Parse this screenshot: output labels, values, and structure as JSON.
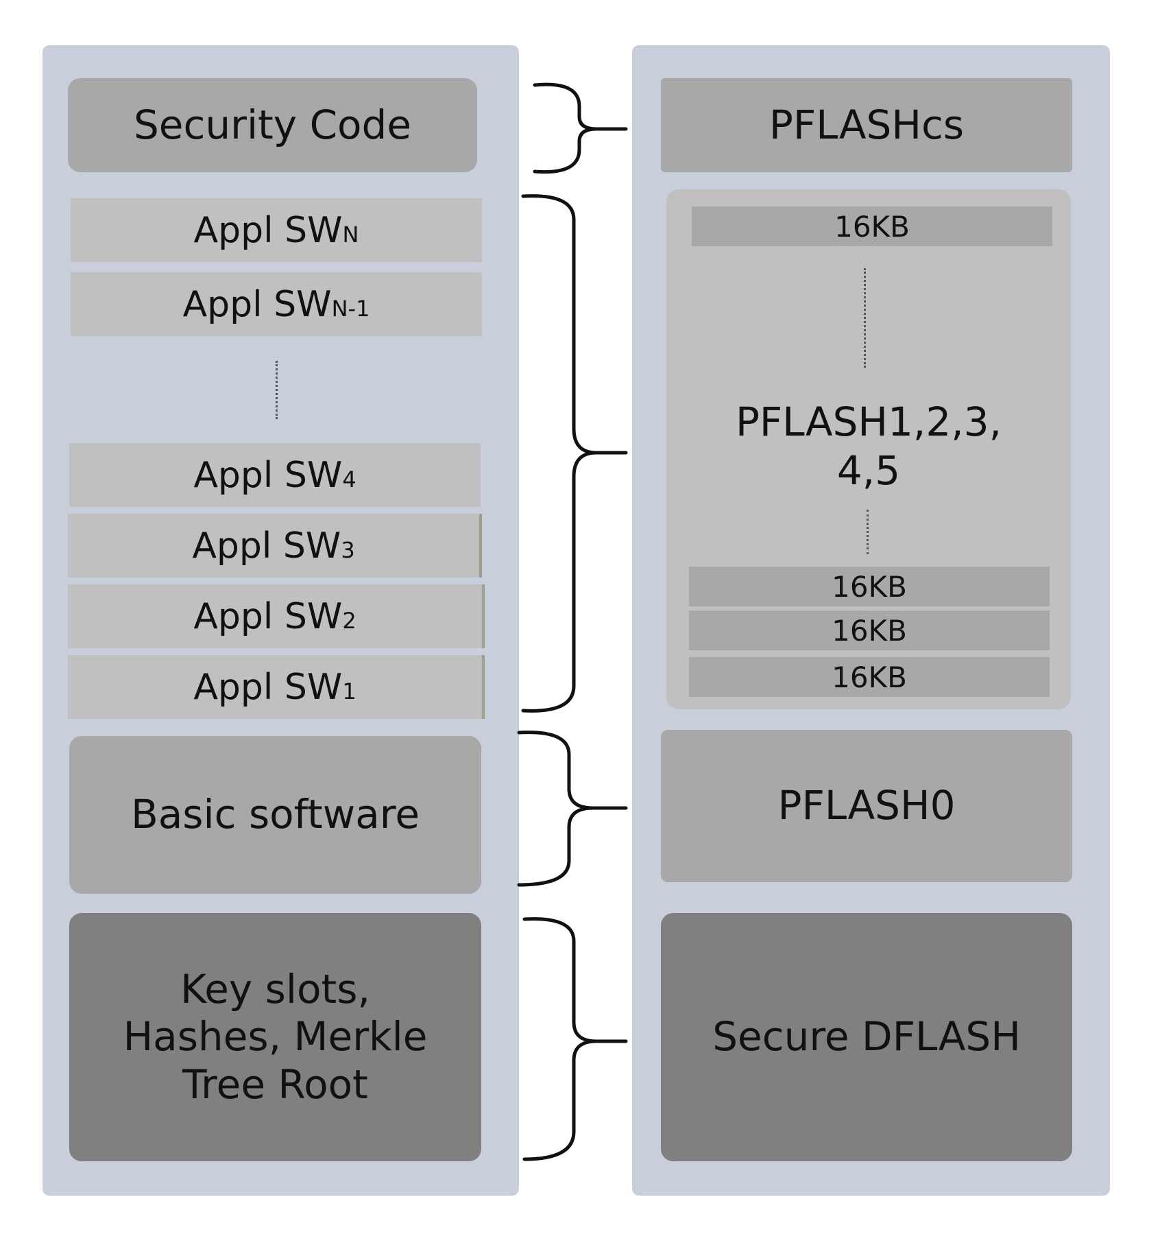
{
  "left": {
    "security_code": "Security Code",
    "appl_sw_prefix": "Appl SW",
    "appl_sw": [
      {
        "sub": "N"
      },
      {
        "sub": "N-1"
      },
      {
        "sub": "4"
      },
      {
        "sub": "3"
      },
      {
        "sub": "2"
      },
      {
        "sub": "1"
      }
    ],
    "basic_software": "Basic software",
    "key_slots_lines": [
      "Key slots,",
      "Hashes, Merkle",
      "Tree Root"
    ]
  },
  "right": {
    "pflashcs": "PFLASHcs",
    "sector_label": "16KB",
    "pflash_group_lines": [
      "PFLASH1,2,3,",
      "4,5"
    ],
    "pflash0": "PFLASH0",
    "secure_dflash": "Secure DFLASH"
  },
  "colors": {
    "column_bg": "#c8cfdb",
    "block_mid": "#a8a8a8",
    "block_light": "#c0c0c0",
    "block_dark": "#808080",
    "brace": "#111111"
  }
}
